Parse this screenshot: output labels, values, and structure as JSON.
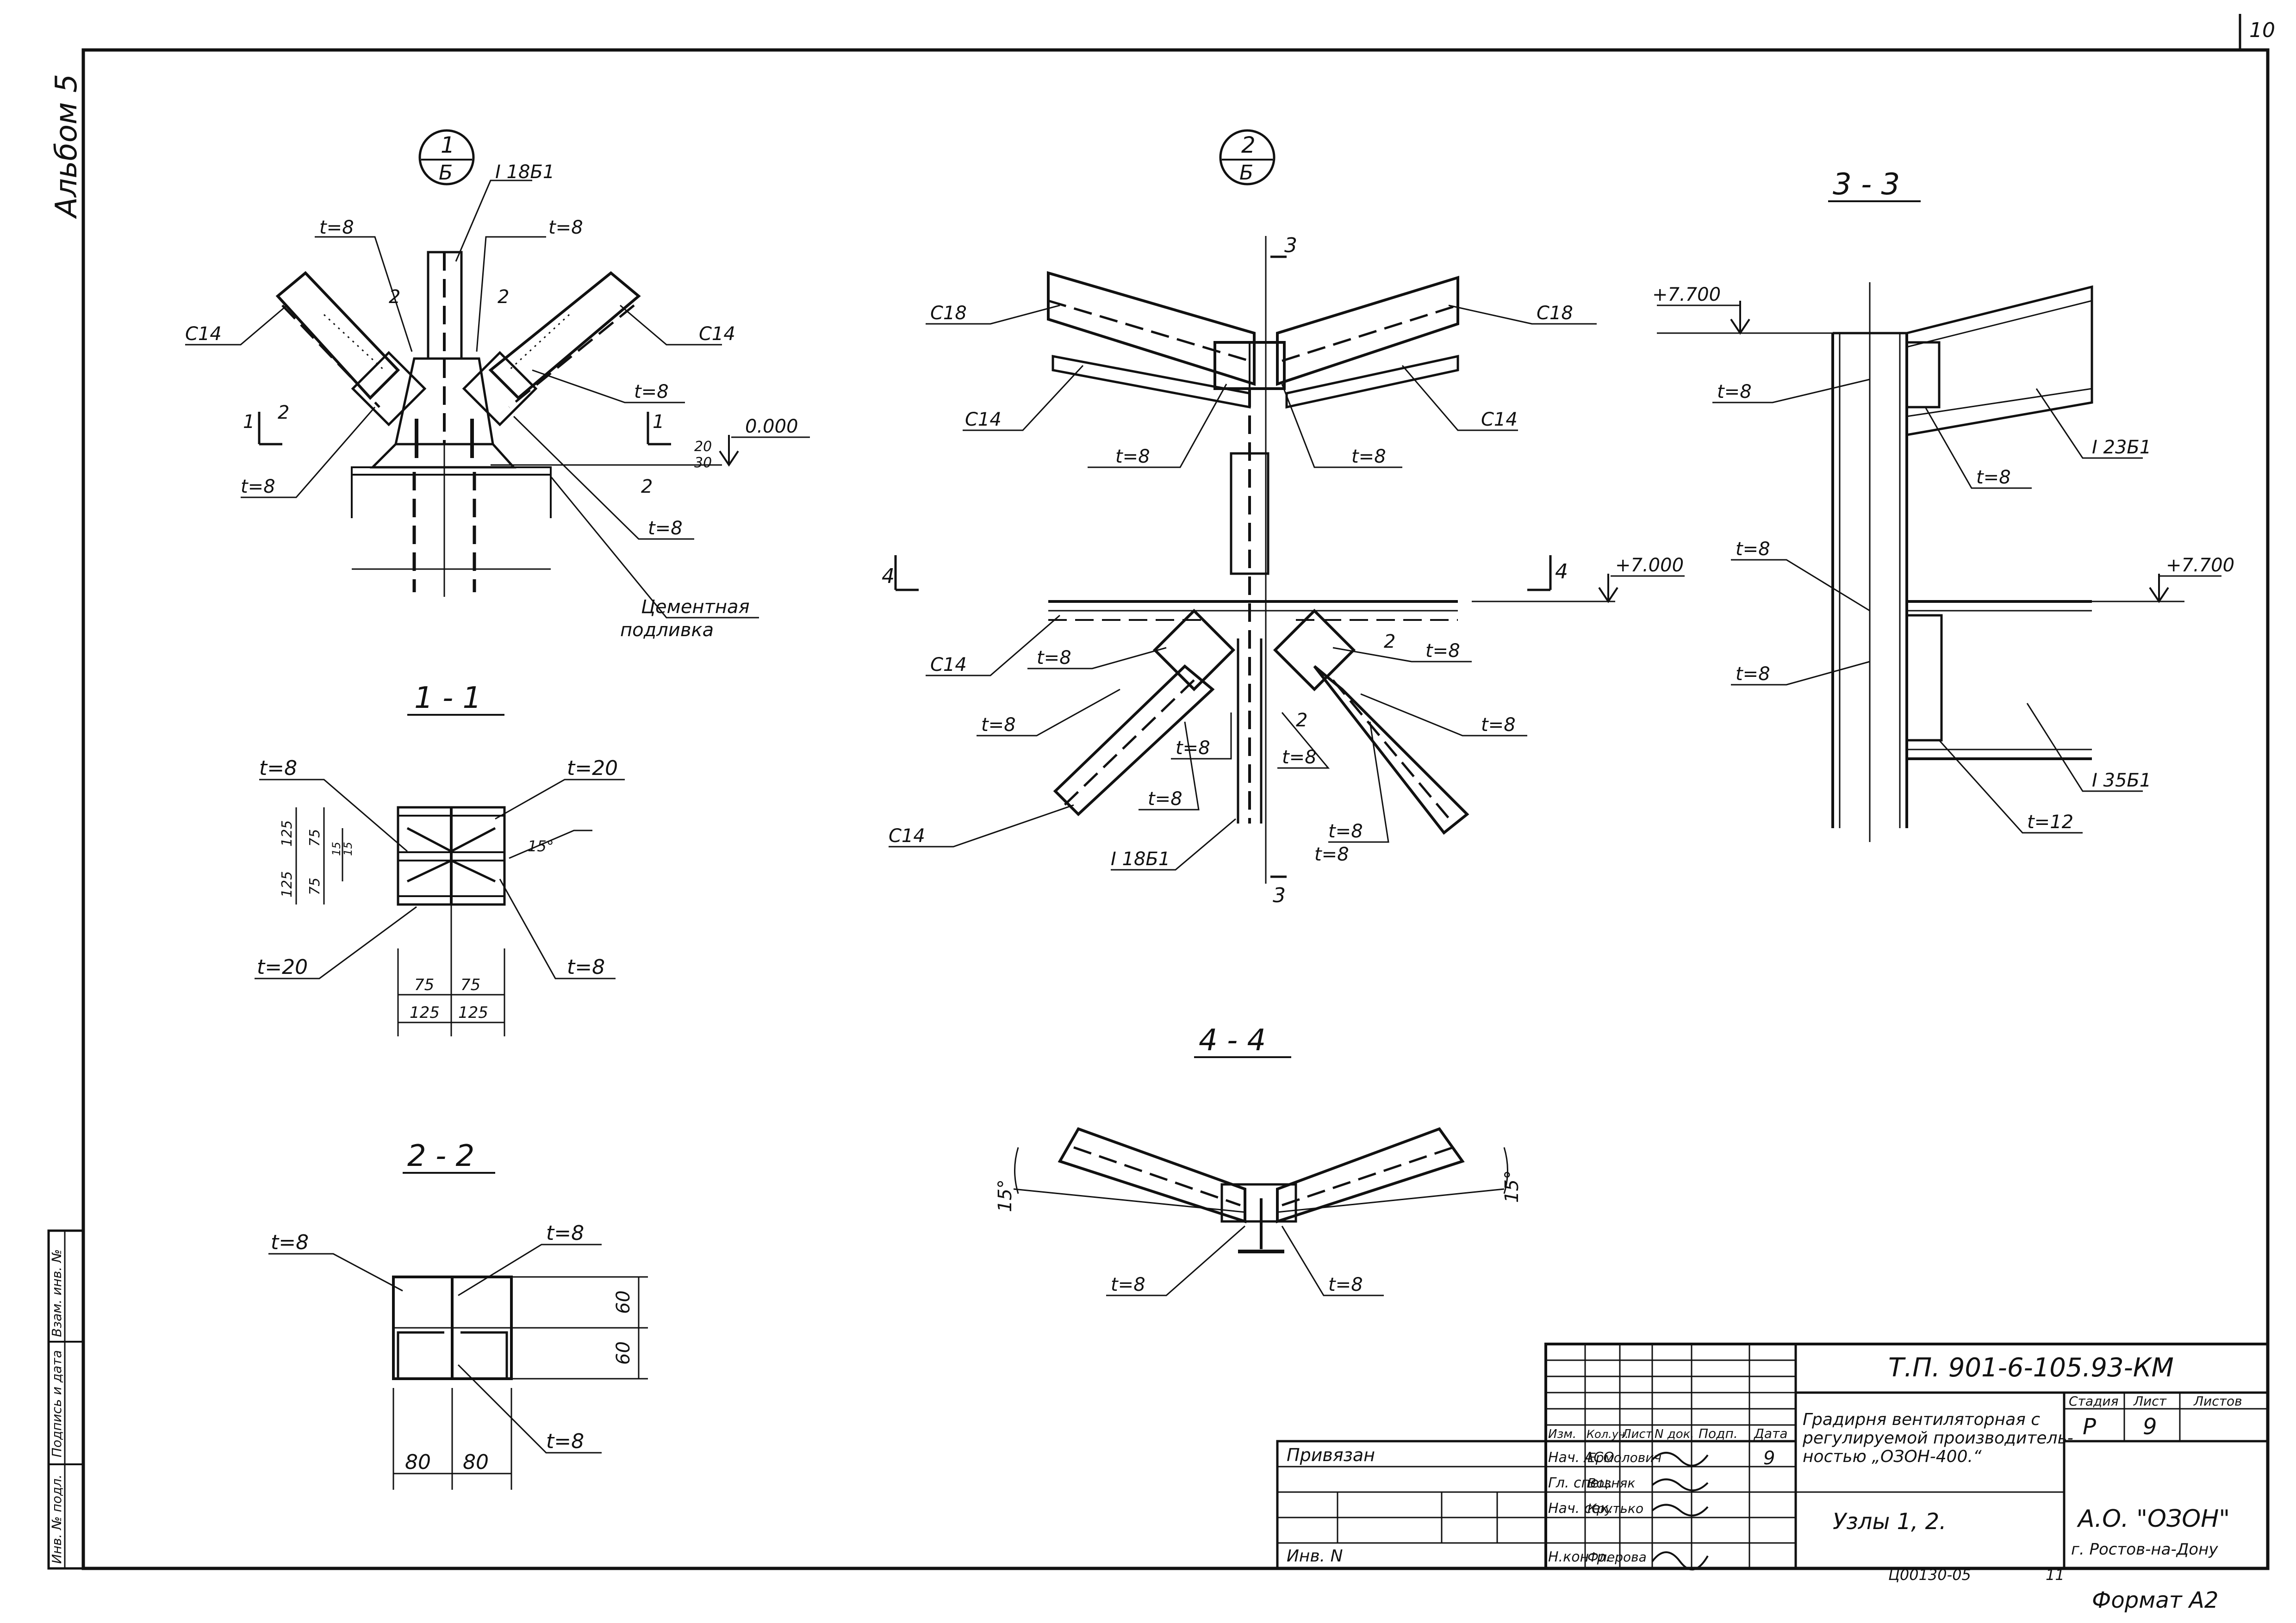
{
  "sheet": {
    "page_number": "10",
    "album": "Альбом 5",
    "format": "Формат А2",
    "archive_code": "Ц00130-05",
    "archive_num": "11"
  },
  "sidebar": [
    "Инв. № подл.",
    "Подпись и дата",
    "Взам. инв. №"
  ],
  "node1": {
    "callout_top": "1",
    "callout_bottom": "Б",
    "labels": [
      "t=8",
      "t=8",
      "I 18Б1",
      "С14",
      "С14",
      "t=8",
      "t=8",
      "t=8",
      "0.000",
      "20",
      "30",
      "Цементная",
      "подливка"
    ],
    "marks": [
      "1",
      "2",
      "1",
      "2",
      "2",
      "2"
    ]
  },
  "node2": {
    "callout_top": "2",
    "callout_bottom": "Б",
    "labels": [
      "С18",
      "С18",
      "С14",
      "С14",
      "t=8",
      "t=8",
      "С14",
      "t=8",
      "t=8",
      "t=8",
      "t=8",
      "t=8",
      "t=8",
      "t=8",
      "t=8",
      "t=8",
      "С14",
      "I 18Б1",
      "+7.000"
    ],
    "marks": [
      "3",
      "3",
      "4",
      "4",
      "2",
      "2"
    ]
  },
  "sec11": {
    "title": "1 - 1",
    "labels": [
      "t=8",
      "t=20",
      "t=20",
      "t=8"
    ],
    "dims": [
      "125",
      "125",
      "75",
      "75",
      "15",
      "15",
      "15°",
      "75",
      "75",
      "125",
      "125"
    ]
  },
  "sec22": {
    "title": "2 - 2",
    "labels": [
      "t=8",
      "t=8",
      "t=8"
    ],
    "dims": [
      "60",
      "60",
      "80",
      "80"
    ]
  },
  "sec33": {
    "title": "3 - 3",
    "labels": [
      "+7.700",
      "t=8",
      "I 23Б1",
      "t=8",
      "t=8",
      "t=8",
      "+7.700",
      "I 35Б1",
      "t=12"
    ]
  },
  "sec44": {
    "title": "4 - 4",
    "labels": [
      "15°",
      "15°",
      "t=8",
      "t=8"
    ]
  },
  "titleblock": {
    "doc_code": "Т.П. 901-6-105.93-КМ",
    "privyazan": "Привязан",
    "inv": "Инв. N",
    "col_headers": [
      "Изм.",
      "Кол.уч.",
      "Лист",
      "N док.",
      "Подп.",
      "Дата"
    ],
    "signers": [
      {
        "role": "Нач. АСО",
        "name": "Ермолович"
      },
      {
        "role": "Гл. спец.",
        "name": "Возняк"
      },
      {
        "role": "Нач. сек.",
        "name": "Крутько"
      },
      {
        "role": "Н.контр.",
        "name": "Флерова"
      }
    ],
    "date_mark": "9",
    "description": [
      "Градирня вентиляторная с",
      "регулируемой производитель-",
      "ностью  „ОЗОН-400.“"
    ],
    "subject": "Узлы  1, 2.",
    "stage_headers": [
      "Стадия",
      "Лист",
      "Листов"
    ],
    "stage": "Р",
    "sheet_no": "9",
    "org_name": "А.О. \"ОЗОН\"",
    "org_city": "г. Ростов-на-Дону"
  }
}
